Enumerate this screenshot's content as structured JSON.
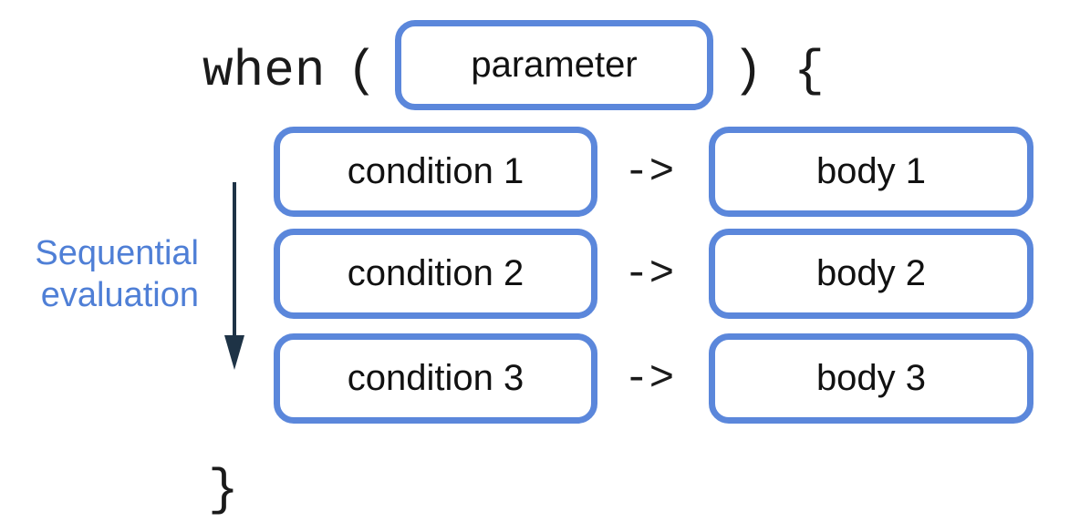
{
  "code": {
    "keyword": "when",
    "open_paren": "(",
    "close_paren_brace": ") {",
    "close_brace": "}"
  },
  "parameter_label": "parameter",
  "rows": [
    {
      "condition": "condition 1",
      "arrow": "->",
      "body": "body 1"
    },
    {
      "condition": "condition 2",
      "arrow": "->",
      "body": "body 2"
    },
    {
      "condition": "condition 3",
      "arrow": "->",
      "body": "body 3"
    }
  ],
  "side_label": {
    "line1": "Sequential",
    "line2": "evaluation"
  },
  "colors": {
    "box_border": "#5b87db",
    "label_blue": "#4f7fd6",
    "arrow_dark": "#1e3346"
  }
}
